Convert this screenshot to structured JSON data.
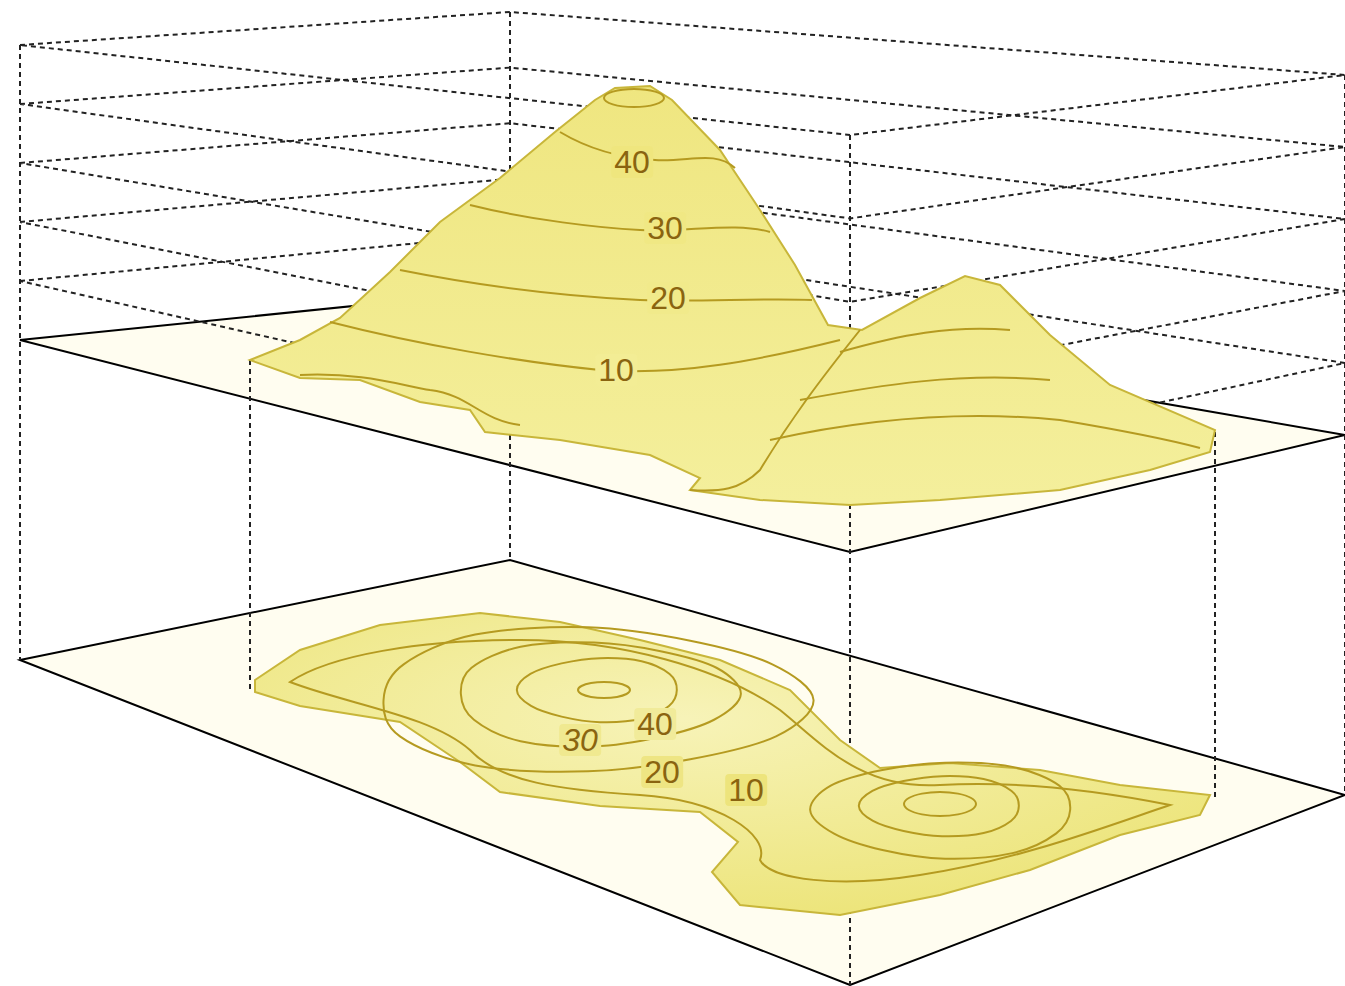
{
  "diagram": {
    "labels": [
      "40",
      "30",
      "20",
      "10",
      "40",
      "30",
      "20",
      "10"
    ]
  }
}
